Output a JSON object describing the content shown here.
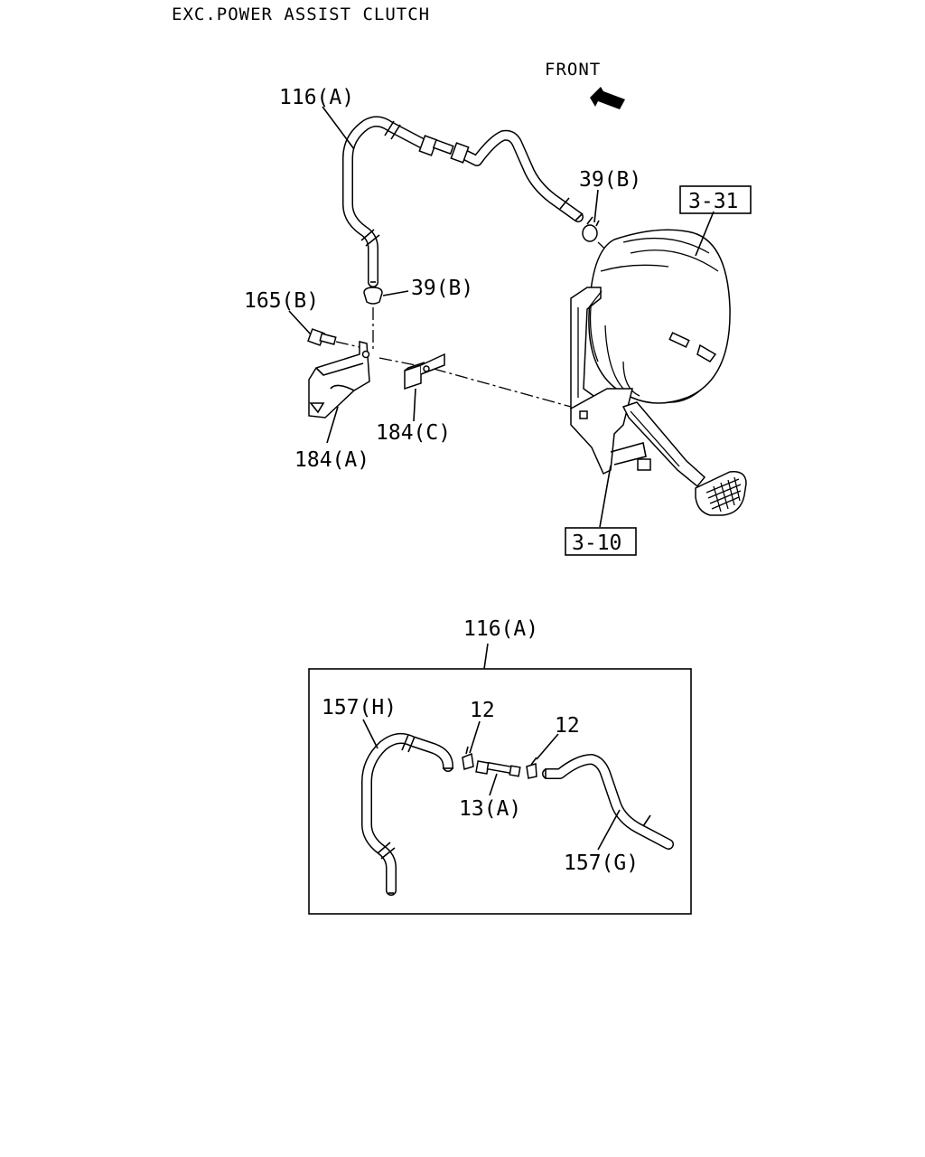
{
  "header": {
    "title": "EXC.POWER ASSIST CLUTCH"
  },
  "orientation": {
    "front_label": "FRONT"
  },
  "ref_boxes": {
    "booster": "3-31",
    "pedal": "3-10"
  },
  "callouts": {
    "hose_assembly": "116(A)",
    "clip_upper": "39(B)",
    "clip_lower": "39(B)",
    "bolt": "165(B)",
    "bracket_a": "184(A)",
    "bracket_c": "184(C)"
  },
  "detail": {
    "title": "116(A)",
    "hose_h": "157(H)",
    "clip_left": "12",
    "clip_right": "12",
    "connector": "13(A)",
    "hose_g": "157(G)"
  }
}
